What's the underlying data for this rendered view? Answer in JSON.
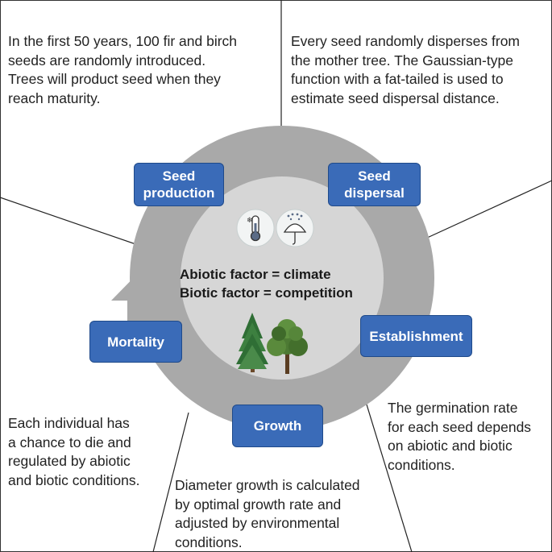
{
  "quadrants": {
    "top_left": "In the first 50 years, 100 fir and birch\nseeds are randomly introduced.\nTrees will product seed when they\nreach maturity.",
    "top_right": "Every seed randomly disperses from\nthe mother tree. The Gaussian-type\nfunction with a fat-tailed is used to\nestimate seed dispersal distance.",
    "bottom_left": "Each individual has\na chance to die and\nregulated by abiotic\nand biotic conditions.",
    "bottom_center": "Diameter growth is calculated\nby optimal growth rate and\nadjusted by environmental\nconditions.",
    "bottom_right": "The germination rate\nfor each seed depends\non abiotic and biotic\nconditions."
  },
  "stages": {
    "seed_production": "Seed\nproduction",
    "seed_dispersal": "Seed\ndispersal",
    "establishment": "Establishment",
    "growth": "Growth",
    "mortality": "Mortality"
  },
  "center": {
    "abiotic": "Abiotic factor = climate",
    "biotic": "Biotic factor = competition"
  },
  "icons": [
    "thermometer-icon",
    "umbrella-rain-icon",
    "fir-tree-icon",
    "birch-tree-icon"
  ],
  "colors": {
    "stage_fill": "#3a6bb8",
    "ring": "#a9a9a9",
    "inner": "#d6d6d6"
  }
}
